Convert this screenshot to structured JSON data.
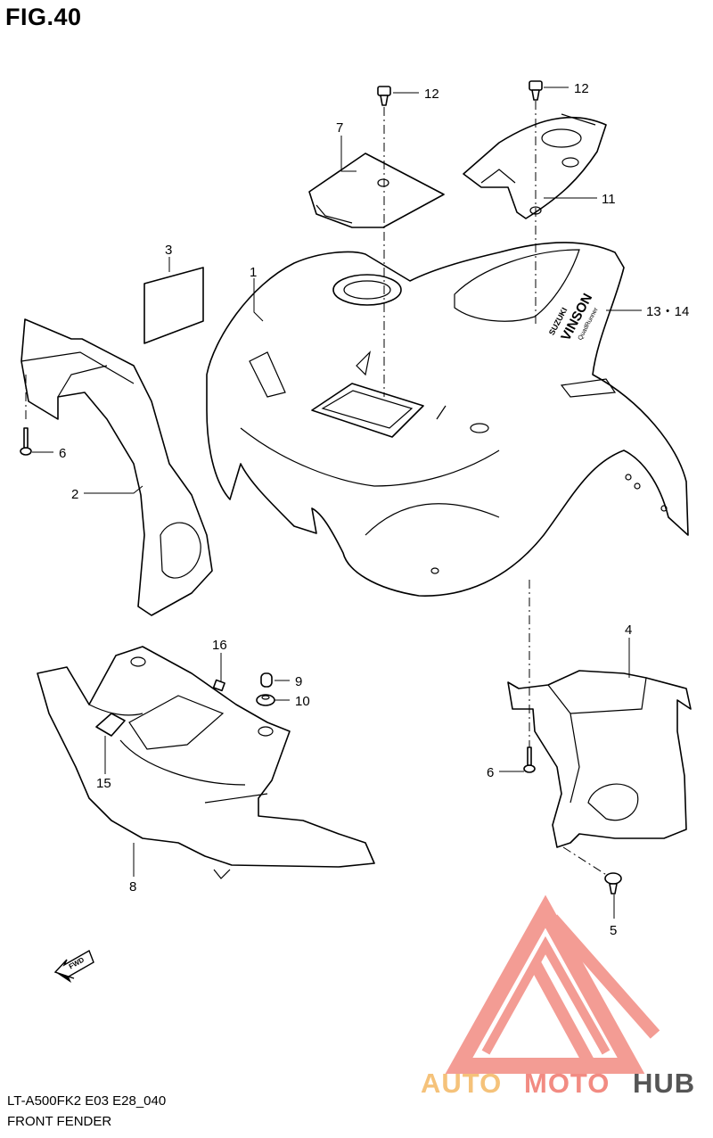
{
  "figure": {
    "title": "FIG.40"
  },
  "footer": {
    "model_code": "LT-A500FK2 E03 E28_040",
    "section_name": "FRONT FENDER"
  },
  "callouts": [
    {
      "id": "c1",
      "label": "1"
    },
    {
      "id": "c2",
      "label": "2"
    },
    {
      "id": "c3",
      "label": "3"
    },
    {
      "id": "c4",
      "label": "4"
    },
    {
      "id": "c5",
      "label": "5"
    },
    {
      "id": "c6a",
      "label": "6"
    },
    {
      "id": "c6b",
      "label": "6"
    },
    {
      "id": "c7",
      "label": "7"
    },
    {
      "id": "c8",
      "label": "8"
    },
    {
      "id": "c9",
      "label": "9"
    },
    {
      "id": "c10",
      "label": "10"
    },
    {
      "id": "c11",
      "label": "11"
    },
    {
      "id": "c12a",
      "label": "12"
    },
    {
      "id": "c12b",
      "label": "12"
    },
    {
      "id": "c13",
      "label": "13・14"
    },
    {
      "id": "c15",
      "label": "15"
    },
    {
      "id": "c16",
      "label": "16"
    }
  ],
  "decal": {
    "brand": "SUZUKI",
    "model": "VINSON",
    "sub": "QuadRunner"
  },
  "fwd_arrow": {
    "label": "FWD"
  },
  "watermark": {
    "part1": "AUTO",
    "part2": "MOTO",
    "part3": "HUB",
    "color_primary": "#f28b82",
    "color_accent": "#f5c27a",
    "color_dark": "#555555"
  }
}
